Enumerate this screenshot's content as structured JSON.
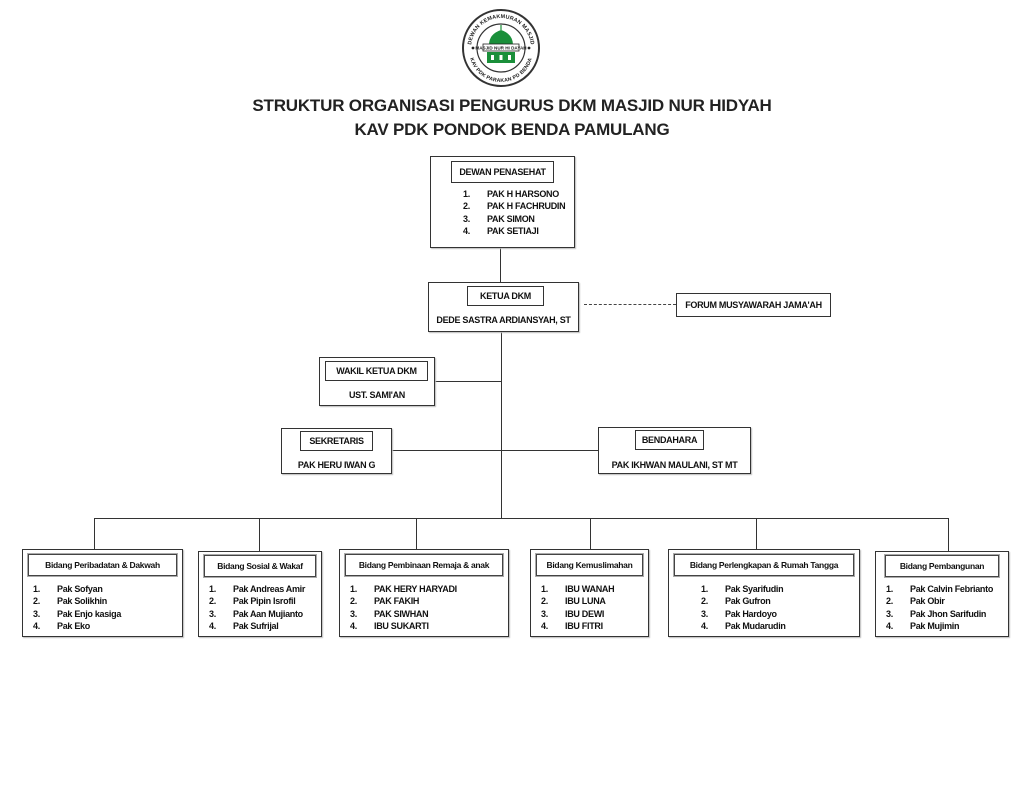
{
  "logo": {
    "ring_top_text": "DEWAN KEMAKMURAN MASJID",
    "ring_bottom_text": "KAV PDK PARAKAN PD BENDA",
    "banner_text": "MASJID NUR HI DAYAH",
    "dome_color": "#1a8f3a"
  },
  "header": {
    "title_line1": "STRUKTUR ORGANISASI PENGURUS DKM MASJID NUR HIDYAH",
    "title_line2": "KAV PDK PONDOK BENDA PAMULANG"
  },
  "dewan_penasehat": {
    "title": "DEWAN PENASEHAT",
    "members": [
      {
        "num": "1.",
        "name": "PAK H  HARSONO"
      },
      {
        "num": "2.",
        "name": "PAK H  FACHRUDIN"
      },
      {
        "num": "3.",
        "name": "PAK SIMON"
      },
      {
        "num": "4.",
        "name": "PAK SETIAJI"
      }
    ]
  },
  "ketua": {
    "title": "KETUA DKM",
    "name": "DEDE SASTRA ARDIANSYAH, ST"
  },
  "forum": {
    "title": "FORUM MUSYAWARAH JAMA'AH"
  },
  "wakil_ketua": {
    "title": "WAKIL KETUA DKM",
    "name": "UST. SAMI'AN"
  },
  "sekretaris": {
    "title": "SEKRETARIS",
    "name": "PAK HERU IWAN G"
  },
  "bendahara": {
    "title": "BENDAHARA",
    "name": "PAK IKHWAN MAULANI, ST MT"
  },
  "bidang": [
    {
      "title": "Bidang Peribadatan & Dakwah",
      "members": [
        {
          "num": "1.",
          "name": "Pak Sofyan"
        },
        {
          "num": "2.",
          "name": "Pak Solikhin"
        },
        {
          "num": "3.",
          "name": "Pak Enjo kasiga"
        },
        {
          "num": "4.",
          "name": "Pak Eko"
        }
      ]
    },
    {
      "title": "Bidang Sosial & Wakaf",
      "members": [
        {
          "num": "1.",
          "name": "Pak Andreas Amir"
        },
        {
          "num": "2.",
          "name": "Pak Pipin Isrofil"
        },
        {
          "num": "3.",
          "name": "Pak Aan Mujianto"
        },
        {
          "num": "4.",
          "name": "Pak Sufrijal"
        }
      ]
    },
    {
      "title": "Bidang Pembinaan Remaja & anak",
      "members": [
        {
          "num": "1.",
          "name": "PAK HERY HARYADI"
        },
        {
          "num": "2.",
          "name": "PAK FAKIH"
        },
        {
          "num": "3.",
          "name": "PAK SIWHAN"
        },
        {
          "num": "4.",
          "name": "IBU SUKARTI"
        }
      ]
    },
    {
      "title": "Bidang Kemuslimahan",
      "members": [
        {
          "num": "1.",
          "name": "IBU WANAH"
        },
        {
          "num": "2.",
          "name": "IBU LUNA"
        },
        {
          "num": "3.",
          "name": "IBU DEWI"
        },
        {
          "num": "4.",
          "name": "IBU FITRI"
        }
      ]
    },
    {
      "title": "Bidang Perlengkapan & Rumah Tangga",
      "members": [
        {
          "num": "1.",
          "name": "Pak Syarifudin"
        },
        {
          "num": "2.",
          "name": "Pak Gufron"
        },
        {
          "num": "3.",
          "name": "Pak Hardoyo"
        },
        {
          "num": "4.",
          "name": "Pak Mudarudin"
        }
      ]
    },
    {
      "title": "Bidang Pembangunan",
      "members": [
        {
          "num": "1.",
          "name": "Pak Calvin Febrianto"
        },
        {
          "num": "2.",
          "name": "Pak Obir"
        },
        {
          "num": "3.",
          "name": "Pak Jhon Sarifudin"
        },
        {
          "num": "4.",
          "name": "Pak Mujimin"
        }
      ]
    }
  ]
}
